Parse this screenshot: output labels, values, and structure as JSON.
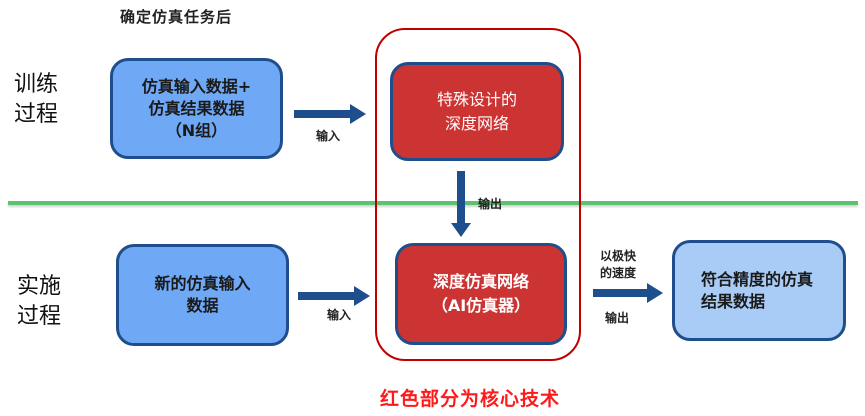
{
  "header": {
    "caption": "确定仿真任务后"
  },
  "phases": {
    "training": {
      "line1": "训练",
      "line2": "过程"
    },
    "deployment": {
      "line1": "实施",
      "line2": "过程"
    }
  },
  "training_row": {
    "input_box": {
      "line1": "仿真输入数据+",
      "line2": "仿真结果数据",
      "line3": "（N组）"
    },
    "arrow_label": "输入",
    "network_box": {
      "line1": "特殊设计的",
      "line2": "深度网络"
    },
    "output_label": "输出"
  },
  "deployment_row": {
    "input_box": {
      "line1": "新的仿真输入",
      "line2": "数据"
    },
    "arrow_label": "输入",
    "simulator_box": {
      "line1": "深度仿真网络",
      "line2": "（AI仿真器）"
    },
    "speed_label": {
      "line1": "以极快",
      "line2": "的速度"
    },
    "output_label": "输出",
    "result_box": {
      "line1": "符合精度的仿真",
      "line2": "结果数据"
    }
  },
  "footer": {
    "core_note": "红色部分为核心技术"
  },
  "colors": {
    "box_blue": "#6fa8f5",
    "box_light_blue": "#a9ccf7",
    "box_red": "#cc3333",
    "border_navy": "#1f4e8c",
    "outer_red": "#c00000",
    "divider_green": "#5cc26f",
    "core_text_red": "#ff1a1a"
  }
}
